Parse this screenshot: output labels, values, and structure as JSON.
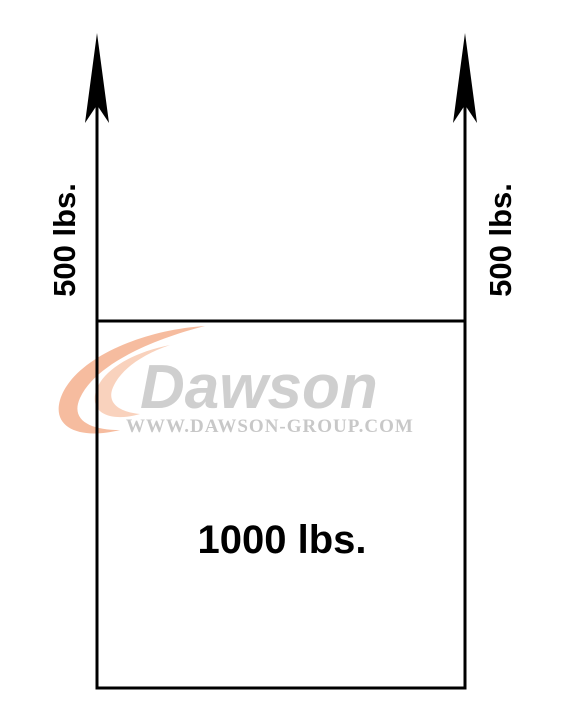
{
  "diagram": {
    "left_force": "500 lbs.",
    "right_force": "500 lbs.",
    "load": "1000 lbs."
  },
  "watermark": {
    "brand": "Dawson",
    "url": "WWW.DAWSON-GROUP.COM",
    "swoosh_color": "#f4b08e",
    "text_color": "#cfcfcf"
  }
}
